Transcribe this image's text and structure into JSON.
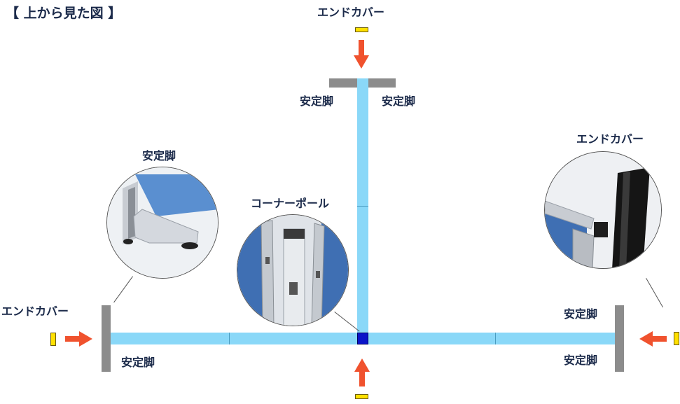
{
  "title": "【 上から見た図 】",
  "labels": {
    "end_cover": "エンドカバー",
    "stable_leg": "安定脚",
    "corner_pole": "コーナーポール"
  },
  "colors": {
    "panel": "#8ad8f8",
    "leg": "#8c8c8c",
    "end_cap": "#ffe000",
    "corner": "#0a14c8",
    "arrow": "#f0522e",
    "text": "#1b2a4a"
  }
}
